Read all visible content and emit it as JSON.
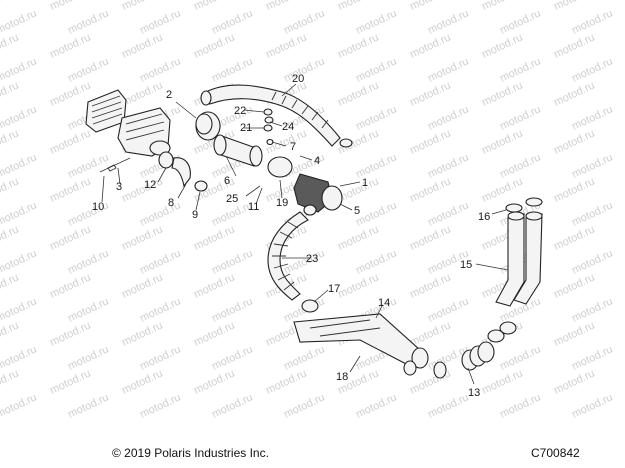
{
  "watermark_text": "motod.ru",
  "callouts": [
    {
      "id": "1",
      "label": "1"
    },
    {
      "id": "2",
      "label": "2"
    },
    {
      "id": "3",
      "label": "3"
    },
    {
      "id": "4",
      "label": "4"
    },
    {
      "id": "5",
      "label": "5"
    },
    {
      "id": "6",
      "label": "6"
    },
    {
      "id": "7",
      "label": "7"
    },
    {
      "id": "8",
      "label": "8"
    },
    {
      "id": "9",
      "label": "9"
    },
    {
      "id": "10",
      "label": "10"
    },
    {
      "id": "11",
      "label": "11"
    },
    {
      "id": "12",
      "label": "12"
    },
    {
      "id": "13",
      "label": "13"
    },
    {
      "id": "14",
      "label": "14"
    },
    {
      "id": "15",
      "label": "15"
    },
    {
      "id": "16",
      "label": "16"
    },
    {
      "id": "17",
      "label": "17"
    },
    {
      "id": "18",
      "label": "18"
    },
    {
      "id": "19",
      "label": "19"
    },
    {
      "id": "20",
      "label": "20"
    },
    {
      "id": "21",
      "label": "21"
    },
    {
      "id": "22",
      "label": "22"
    },
    {
      "id": "23",
      "label": "23"
    },
    {
      "id": "24",
      "label": "24"
    },
    {
      "id": "25",
      "label": "25"
    }
  ],
  "footer": {
    "copyright": "© 2019 Polaris Industries Inc.",
    "diagram_code": "C700842"
  }
}
